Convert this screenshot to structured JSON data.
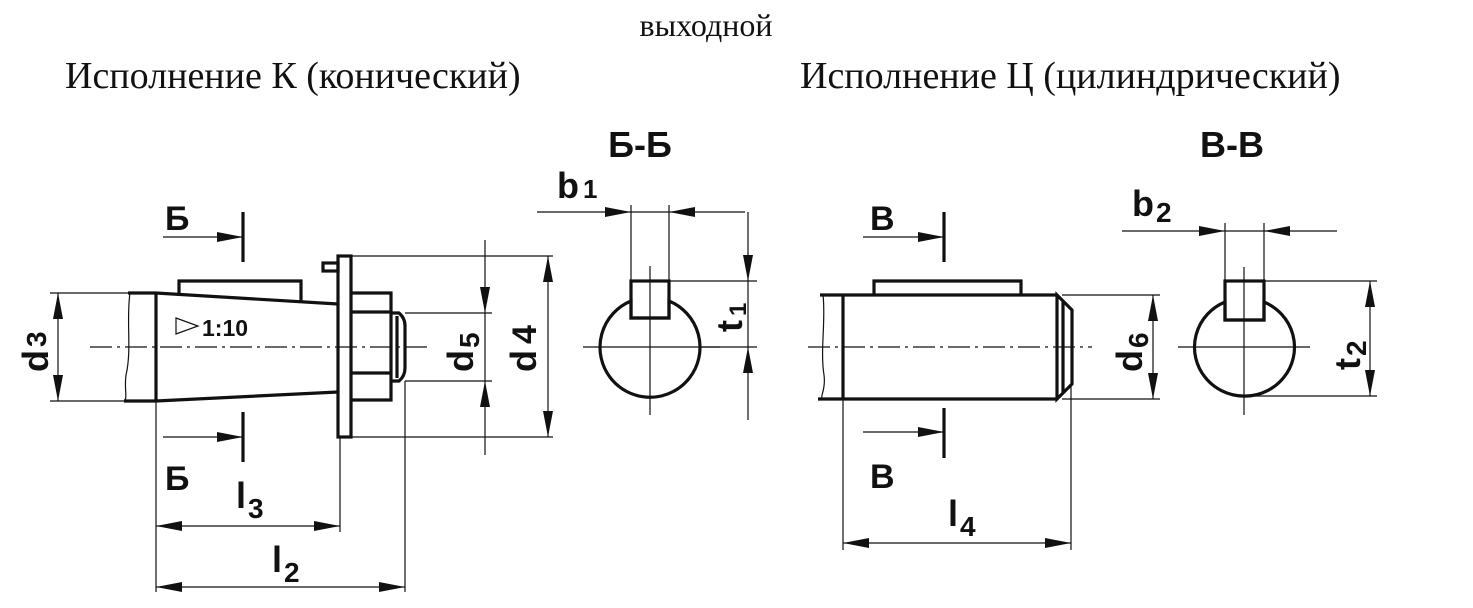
{
  "header": {
    "subtitle": "выходной",
    "title_conical": "Исполнение К (конический)",
    "title_cylindrical": "Исполнение Ц (цилиндрический)"
  },
  "conical": {
    "cut_label": "Б",
    "section_title": "Б-Б",
    "taper": "1:10",
    "d3": {
      "main": "d",
      "sub": "3"
    },
    "d4": {
      "main": "d",
      "sub": "4"
    },
    "d5": {
      "main": "d",
      "sub": "5"
    },
    "l2": {
      "main": "l",
      "sub": "2"
    },
    "l3": {
      "main": "l",
      "sub": "3"
    },
    "b1": {
      "main": "b",
      "sub": "1"
    },
    "t1": {
      "main": "t",
      "sub": "1"
    }
  },
  "cylindrical": {
    "cut_label": "В",
    "section_title": "В-В",
    "d6": {
      "main": "d",
      "sub": "6"
    },
    "l4": {
      "main": "l",
      "sub": "4"
    },
    "b2": {
      "main": "b",
      "sub": "2"
    },
    "t2": {
      "main": "t",
      "sub": "2"
    }
  }
}
